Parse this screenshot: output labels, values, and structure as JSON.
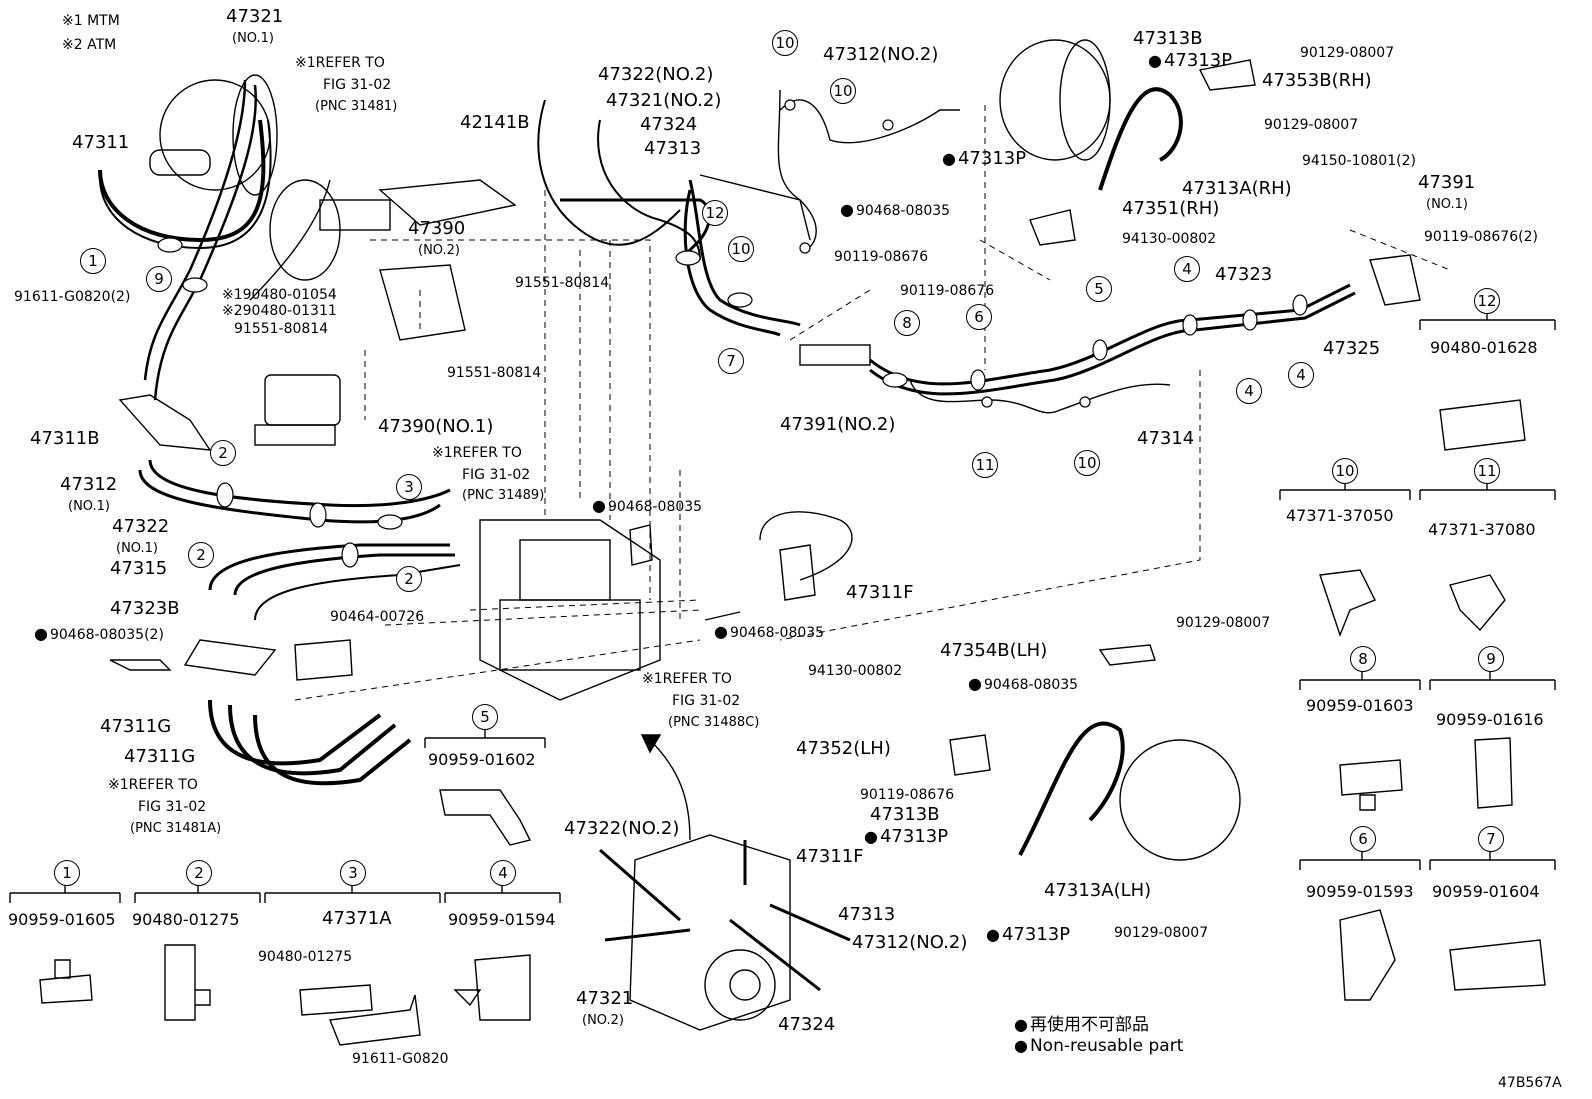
{
  "notes": {
    "note1": "※1 MTM",
    "note2": "※2 ATM"
  },
  "labels": {
    "p47321_no1": "47321",
    "p47321_no1_sub": "(NO.1)",
    "refer1_a": "※1REFER TO",
    "refer1_b": "FIG 31-02",
    "refer1_c": "(PNC 31481)",
    "p47311": "47311",
    "p42141B": "42141B",
    "p47322_no2": "47322(NO.2)",
    "p47321_no2": "47321(NO.2)",
    "p47324": "47324",
    "p47313": "47313",
    "p47390_no2": "47390",
    "p47390_no2_sub": "(NO.2)",
    "p91551_80814_a": "91551-80814",
    "p91551_80814_b": "91551-80814",
    "p91551_80814_c": "91551-80814",
    "p91611_G0820_2": "91611-G0820(2)",
    "p190480_01054": "※190480-01054",
    "p290480_01311": "※290480-01311",
    "p47390_no1": "47390(NO.1)",
    "p47311B": "47311B",
    "p47312_no1": "47312",
    "p47312_no1_sub": "(NO.1)",
    "p47322_no1": "47322",
    "p47322_no1_sub": "(NO.1)",
    "p47315": "47315",
    "p47323B": "47323B",
    "p90468_08035_2": "90468-08035(2)",
    "p90464_00726": "90464-00726",
    "refer2_a": "※1REFER TO",
    "refer2_b": "FIG 31-02",
    "refer2_c": "(PNC 31489)",
    "p90468_08035_mid": "90468-08035",
    "p47311F_top": "47311F",
    "p90468_08035_low": "90468-08035",
    "refer3_a": "※1REFER TO",
    "refer3_b": "FIG 31-02",
    "refer3_c": "(PNC 31488C)",
    "p47311G_a": "47311G",
    "p47311G_b": "47311G",
    "refer4_a": "※1REFER TO",
    "refer4_b": "FIG 31-02",
    "refer4_c": "(PNC 31481A)",
    "p47312_no2": "47312(NO.2)",
    "p47313B_top": "47313B",
    "p47313P_top": "47313P",
    "p90129_08007_a": "90129-08007",
    "p47353B_RH": "47353B(RH)",
    "p90129_08007_b": "90129-08007",
    "p47313P_mid": "47313P",
    "p47313A_RH": "47313A(RH)",
    "p90468_08035_rh": "90468-08035",
    "p47351_RH": "47351(RH)",
    "p94130_00802_a": "94130-00802",
    "p90119_08676_a": "90119-08676",
    "p90119_08676_b": "90119-08676",
    "p94150_10801_2": "94150-10801(2)",
    "p47391_no1": "47391",
    "p47391_no1_sub": "(NO.1)",
    "p90119_08676_2": "90119-08676(2)",
    "p47323": "47323",
    "p47325": "47325",
    "p47391_no2": "47391(NO.2)",
    "p47314": "47314",
    "p90129_08007_c": "90129-08007",
    "p47354B_LH": "47354B(LH)",
    "p94130_00802_b": "94130-00802",
    "p90468_08035_lh": "90468-08035",
    "p47352_LH": "47352(LH)",
    "p90119_08676_c": "90119-08676",
    "p47313B_low": "47313B",
    "p47313P_low": "47313P",
    "p47313A_LH": "47313A(LH)",
    "p47313P_bottom": "47313P",
    "p90129_08007_d": "90129-08007",
    "p47322_no2_low": "47322(NO.2)",
    "p47311F_low": "47311F",
    "p47313_low": "47313",
    "p47312_no2_low": "47312(NO.2)",
    "p47321_no2_low": "47321",
    "p47321_no2_low_sub": "(NO.2)",
    "p47324_low": "47324"
  },
  "clamps": [
    {
      "num": "1",
      "part": "90959-01605"
    },
    {
      "num": "2",
      "part": "90480-01275"
    },
    {
      "num": "3",
      "part": "47371A"
    },
    {
      "num": "4",
      "part": "90959-01594"
    },
    {
      "num": "5",
      "part": "90959-01602"
    },
    {
      "num": "6",
      "part": "90959-01593"
    },
    {
      "num": "7",
      "part": "90959-01604"
    },
    {
      "num": "8",
      "part": "90959-01603"
    },
    {
      "num": "9",
      "part": "90959-01616"
    },
    {
      "num": "10",
      "part": "47371-37050"
    },
    {
      "num": "11",
      "part": "47371-37080"
    },
    {
      "num": "12",
      "part": "90480-01628"
    }
  ],
  "clamp3_sub": {
    "part_a": "90480-01275",
    "part_b": "91611-G0820"
  },
  "callouts": [
    "1",
    "9",
    "2",
    "2",
    "2",
    "3",
    "2",
    "7",
    "8",
    "6",
    "5",
    "4",
    "4",
    "4",
    "10",
    "10",
    "10",
    "10",
    "11",
    "12"
  ],
  "legend": {
    "jp": "再使用不可部品",
    "en": "Non-reusable part"
  },
  "figure_id": "47B567A"
}
